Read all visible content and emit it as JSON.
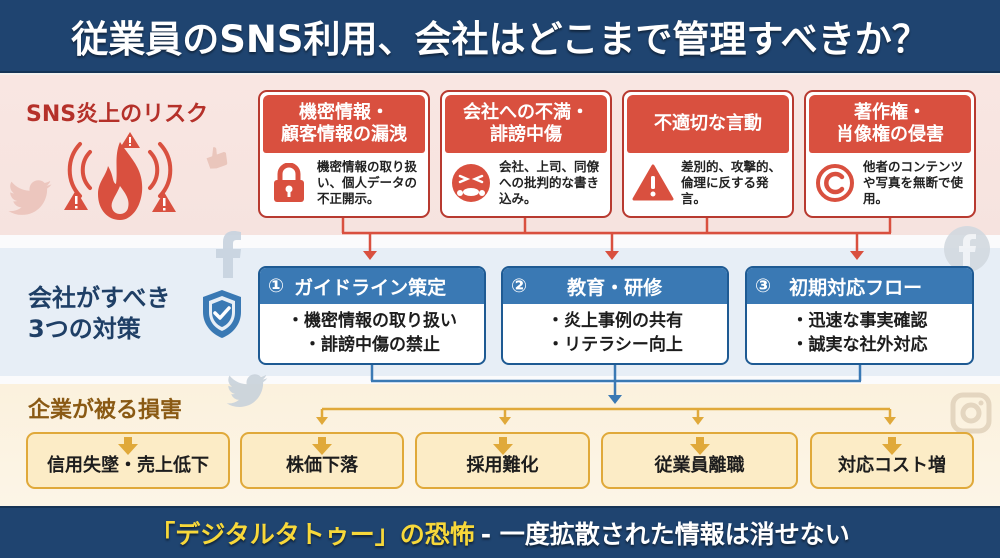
{
  "header": {
    "title": "従業員のSNS利用、会社はどこまで管理すべきか？"
  },
  "risk_section": {
    "label": "SNS炎上のリスク",
    "icon": "fire-warning-icon",
    "cards": [
      {
        "title_line1": "機密情報・",
        "title_line2": "顧客情報の漏洩",
        "icon": "lock-icon",
        "text": "機密情報の取り扱い、個人データの不正開示。"
      },
      {
        "title_line1": "会社への不満・",
        "title_line2": "誹謗中傷",
        "icon": "angry-face-icon",
        "text": "会社、上司、同僚への批判的な書き込み。"
      },
      {
        "title_line1": "不適切な言動",
        "title_line2": "",
        "icon": "warning-icon",
        "text": "差別的、攻撃的、倫理に反する発言。"
      },
      {
        "title_line1": "著作権・",
        "title_line2": "肖像権の侵害",
        "icon": "copyright-icon",
        "text": "他者のコンテンツや写真を無断で使用。"
      }
    ]
  },
  "measure_section": {
    "label_line1": "会社がすべき",
    "label_line2": "3つの対策",
    "icon": "shield-check-icon",
    "cards": [
      {
        "num": "①",
        "title": "ガイドライン策定",
        "items": [
          "・機密情報の取り扱い",
          "・誹謗中傷の禁止"
        ]
      },
      {
        "num": "②",
        "title": "教育・研修",
        "items": [
          "・炎上事例の共有",
          "・リテラシー向上"
        ]
      },
      {
        "num": "③",
        "title": "初期対応フロー",
        "items": [
          "・迅速な事実確認",
          "・誠実な社外対応"
        ]
      }
    ]
  },
  "damage_section": {
    "label": "企業が被る損害",
    "cards": [
      {
        "text": "信用失墜・売上低下"
      },
      {
        "text": "株価下落"
      },
      {
        "text": "採用難化"
      },
      {
        "text": "従業員離職"
      },
      {
        "text": "対応コスト増"
      }
    ]
  },
  "footer": {
    "highlight": "「デジタルタトゥー」の恐怖",
    "text": "- 一度拡散された情報は消せない"
  },
  "colors": {
    "navy": "#1f4470",
    "risk_red": "#d9503f",
    "measure_blue": "#3a79b4",
    "damage_orange": "#e0a93a",
    "footer_yellow": "#f7d83a"
  }
}
